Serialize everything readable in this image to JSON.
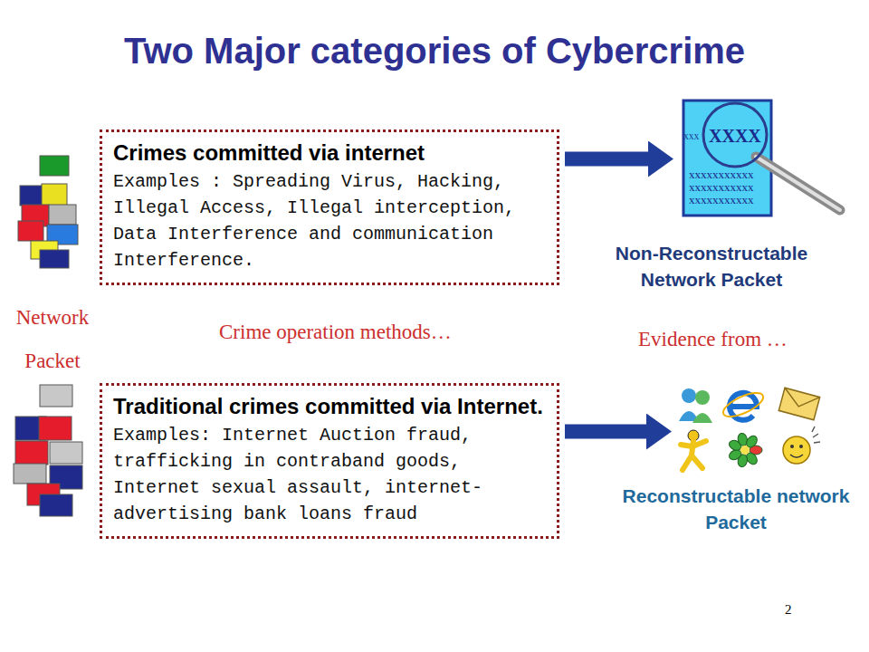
{
  "diagram": {
    "title": "Two Major categories of Cybercrime",
    "nodes": [
      {
        "text": [
          "Crimes committed via internet",
          "Examples : Spreading Virus, Hacking, Illegal Access, Illegal interception, Data Interference and communication Interference."
        ]
      },
      {
        "text": [
          "Traditional crimes committed via Internet.",
          "Examples: Internet Auction fraud, trafficking in contraband goods, Internet sexual assault, internet-advertising bank loans fraud"
        ]
      },
      {
        "text": [
          "Non-Reconstructable Network Packet"
        ]
      },
      {
        "text": [
          "Reconstructable network Packet"
        ]
      }
    ],
    "edges": [
      {
        "from": 0,
        "to": 2,
        "arrow": "to"
      },
      {
        "from": 1,
        "to": 3,
        "arrow": "to"
      }
    ],
    "labels": [
      "Network Packet",
      "Crime operation methods…",
      "Evidence from …",
      "XXX",
      "XXXX",
      "xxxxxxxxxxx",
      "xxxxxxxxxxx",
      "xxxxxxxxxxx",
      "2"
    ]
  }
}
